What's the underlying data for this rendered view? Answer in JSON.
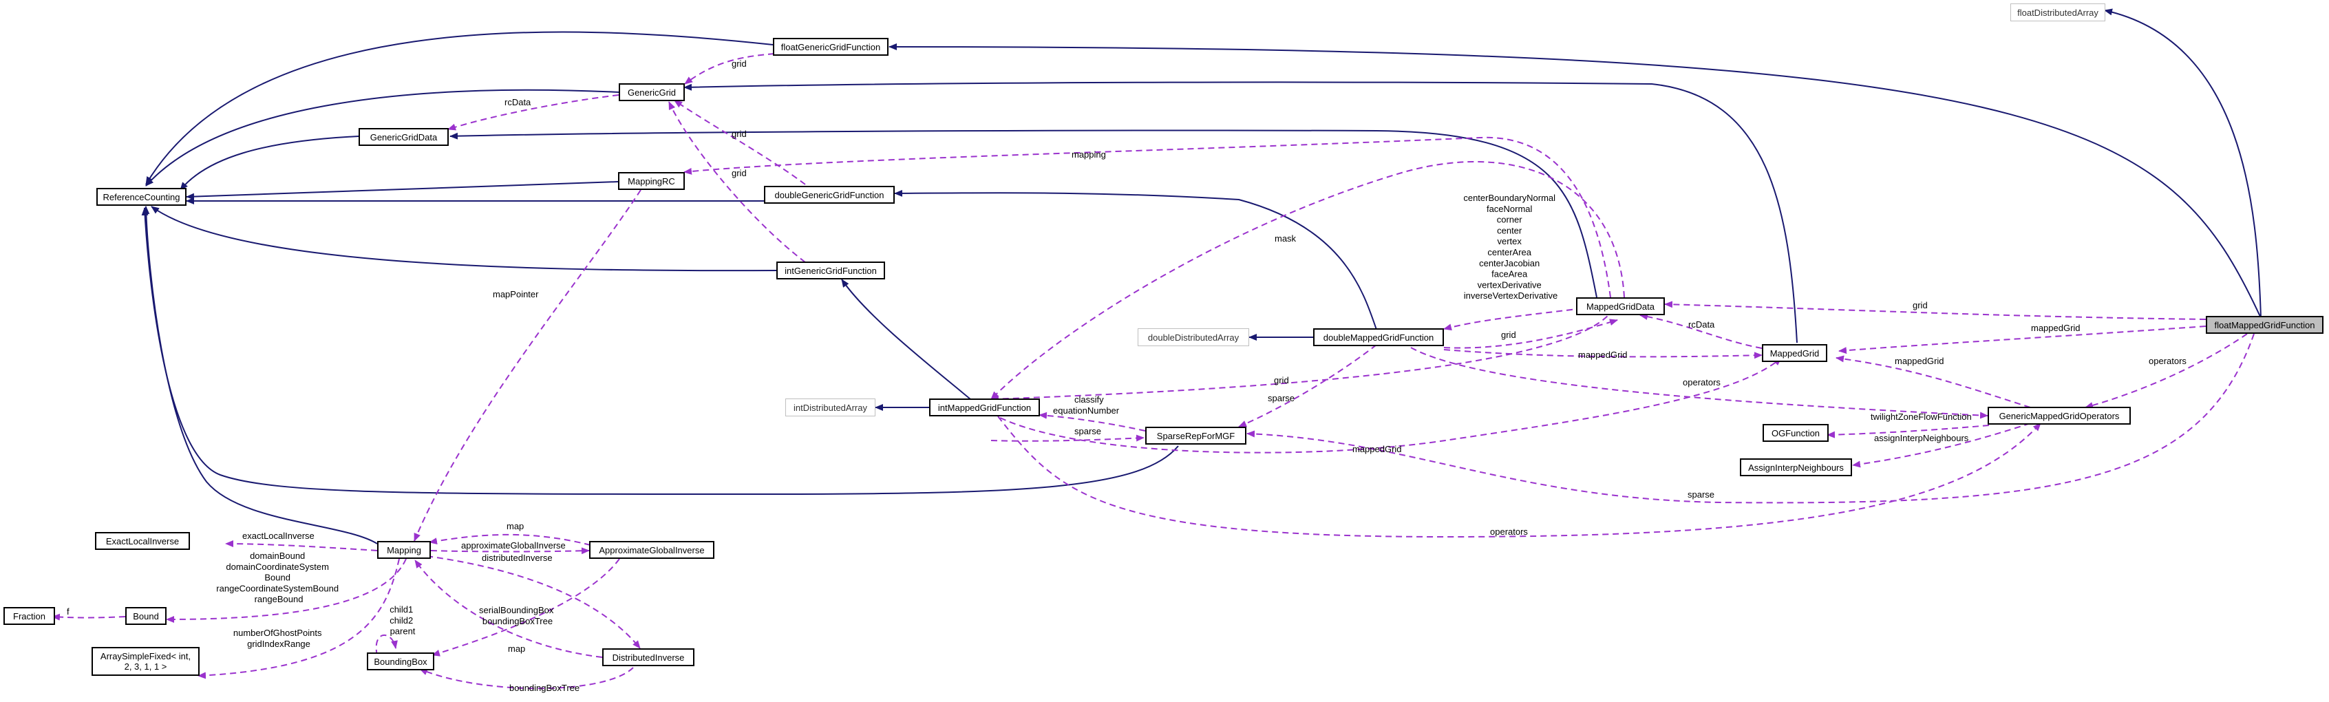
{
  "nodes": {
    "floatDistributedArray": "floatDistributedArray",
    "floatGenericGridFunction": "floatGenericGridFunction",
    "GenericGrid": "GenericGrid",
    "GenericGridData": "GenericGridData",
    "ReferenceCounting": "ReferenceCounting",
    "MappingRC": "MappingRC",
    "doubleGenericGridFunction": "doubleGenericGridFunction",
    "intGenericGridFunction": "intGenericGridFunction",
    "MappedGridData": "MappedGridData",
    "floatMappedGridFunction": "floatMappedGridFunction",
    "doubleDistributedArray": "doubleDistributedArray",
    "doubleMappedGridFunction": "doubleMappedGridFunction",
    "MappedGrid": "MappedGrid",
    "intDistributedArray": "intDistributedArray",
    "intMappedGridFunction": "intMappedGridFunction",
    "GenericMappedGridOperators": "GenericMappedGridOperators",
    "SparseRepForMGF": "SparseRepForMGF",
    "OGFunction": "OGFunction",
    "AssignInterpNeighbours": "AssignInterpNeighbours",
    "ExactLocalInverse": "ExactLocalInverse",
    "Mapping": "Mapping",
    "ApproximateGlobalInverse": "ApproximateGlobalInverse",
    "Fraction": "Fraction",
    "Bound": "Bound",
    "ArraySimpleFixed_l1": "ArraySimpleFixed< int,",
    "ArraySimpleFixed_l2": "2, 3, 1, 1 >",
    "BoundingBox": "BoundingBox",
    "DistributedInverse": "DistributedInverse"
  },
  "edge_labels": {
    "grid_ggf": "grid",
    "rcData": "rcData",
    "grid_dggf": "grid",
    "grid_iggf": "grid",
    "mapping": "mapping",
    "mask": "mask",
    "mgd_attrs": [
      "centerBoundaryNormal",
      "faceNormal",
      "corner",
      "center",
      "vertex",
      "centerArea",
      "centerJacobian",
      "faceArea",
      "vertexDerivative",
      "inverseVertexDerivative"
    ],
    "grid_fmgf": "grid",
    "rcData_mg": "rcData",
    "mappedGrid_fmgf": "mappedGrid",
    "grid_dmgf": "grid",
    "mappedGrid_dmgf": "mappedGrid",
    "operators_fmgf": "operators",
    "mappedGrid_gmgo": "mappedGrid",
    "grid_imgf": "grid",
    "sparse_dmgf": "sparse",
    "classify": "classify",
    "equationNumber": "equationNumber",
    "sparse_imgf": "sparse",
    "operators_dmgf": "operators",
    "twilightZoneFlowFunction": "twilightZoneFlowFunction",
    "assignInterpNeighbours": "assignInterpNeighbours",
    "mappedGrid_srmgf": "mappedGrid",
    "sparse_fmgf": "sparse",
    "operators_imgf": "operators",
    "mapPointer": "mapPointer",
    "exactLocalInverse": "exactLocalInverse",
    "map_agi": "map",
    "approximateGlobalInverse": "approximateGlobalInverse",
    "distributedInverse": "distributedInverse",
    "f": "f",
    "bound_attrs": [
      "domainBound",
      "domainCoordinateSystem",
      "Bound",
      "rangeCoordinateSystemBound",
      "rangeBound"
    ],
    "array_attrs": [
      "numberOfGhostPoints",
      "gridIndexRange"
    ],
    "bb_children": [
      "child1",
      "child2",
      "parent"
    ],
    "bb_serial": [
      "serialBoundingBox",
      "boundingBoxTree"
    ],
    "map_di": "map",
    "boundingBoxTree": "boundingBoxTree"
  },
  "colors": {
    "inheritance": "#191970",
    "usage": "#9a32cd",
    "selected_fill": "#bfbfbf",
    "grey_border": "#bfbfbf"
  }
}
